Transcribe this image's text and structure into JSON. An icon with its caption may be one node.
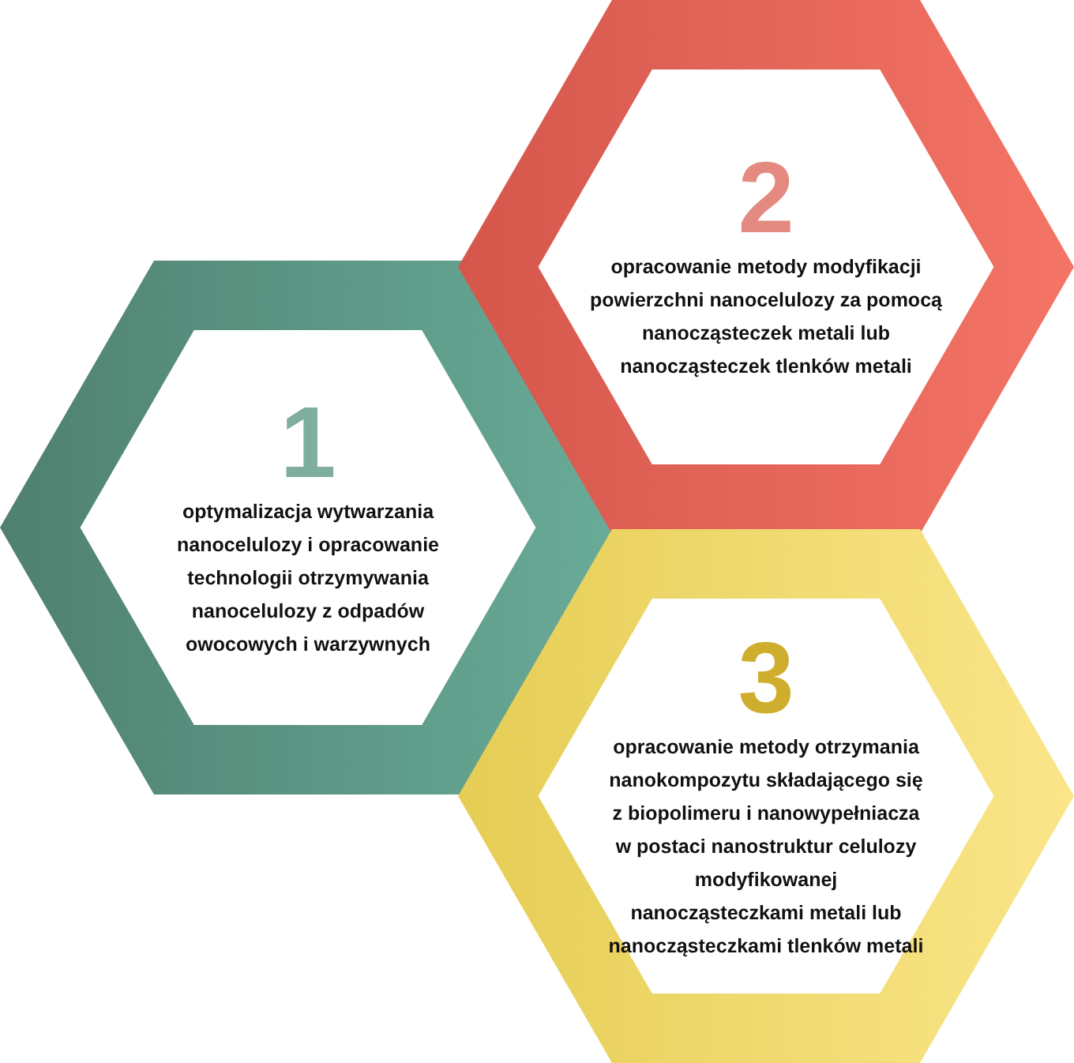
{
  "diagram": {
    "nodes": [
      {
        "text": [
          "1",
          "optymalizacja wytwarzania nanocelulozy i opracowanie technologii otrzymywania nanocelulozy z odpadów owocowych i warzywnych"
        ]
      },
      {
        "text": [
          "2",
          "opracowanie metody modyfikacji powierzchni nanocelulozy za pomocą nanocząsteczek metali lub nanocząsteczek tlenków metali"
        ]
      },
      {
        "text": [
          "3",
          "opracowanie metody otrzymania nanokompozytu składającego się z biopolimeru i nanowypełniacza w postaci nanostruktur celulozy modyfikowanej nanocząsteczkami metali lub nanocząsteczkami tlenków metali"
        ]
      }
    ]
  }
}
